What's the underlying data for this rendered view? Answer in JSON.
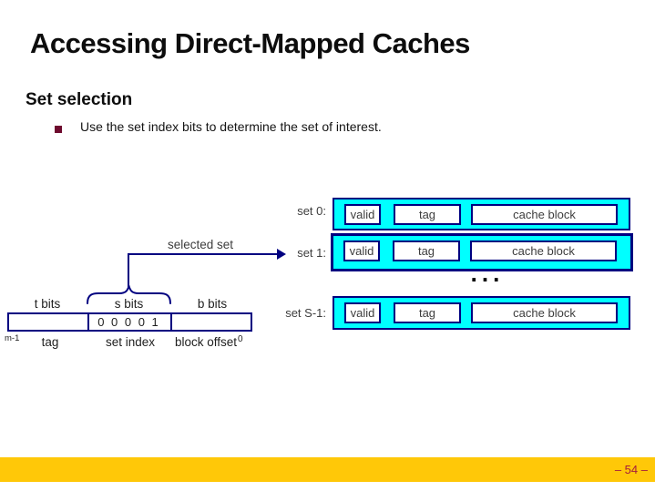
{
  "title": "Accessing Direct-Mapped Caches",
  "heading": "Set selection",
  "bullet": "Use the set index bits to determine the set of interest.",
  "diagram": {
    "selected_set_label": "selected set",
    "ellipsis": "...",
    "rows": [
      {
        "label": "set 0:",
        "cells": [
          "valid",
          "tag",
          "cache block"
        ]
      },
      {
        "label": "set 1:",
        "cells": [
          "valid",
          "tag",
          "cache block"
        ]
      },
      {
        "label": "set S-1:",
        "cells": [
          "valid",
          "tag",
          "cache block"
        ]
      }
    ],
    "address": {
      "field_labels": [
        "t bits",
        "s bits",
        "b bits"
      ],
      "set_index_bits": "0 0 0 0 1",
      "bit_position_high": "m-1",
      "bit_position_low": "0",
      "lower_labels": [
        "tag",
        "set index",
        "block offset"
      ]
    }
  },
  "footer": {
    "page_label": "– 54 –"
  },
  "colors": {
    "cyan": "#00ffff",
    "navy": "#000080",
    "gold": "#ffc808",
    "bullet": "#6e0a2e",
    "page": "#a51c3c"
  }
}
